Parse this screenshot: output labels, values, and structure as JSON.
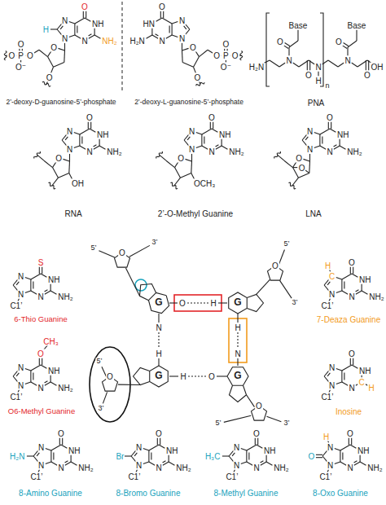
{
  "diagram": {
    "labels": [
      "O",
      "NH",
      "NH₂",
      "N",
      "N",
      "N",
      "H",
      "O",
      "O",
      "P",
      "O",
      "O⁻",
      "O",
      "O",
      "O",
      "HN",
      "H₂N",
      "N",
      "N",
      "N",
      "O",
      "O",
      "P",
      "O",
      "O⁻",
      "O",
      "O",
      "2’-deoxy-D-guanosine-5’-phosphate",
      "2’-deoxy-L-guanosine-5’-phosphate",
      "H₂N",
      "N",
      "O",
      "Base",
      "O",
      "N",
      "H",
      "N",
      "O",
      "Base",
      "O",
      "OH",
      "n",
      "PNA",
      "O",
      "NH",
      "NH₂",
      "N",
      "N",
      "N",
      "O",
      "OH",
      "RNA",
      "O",
      "NH",
      "NH₂",
      "N",
      "N",
      "N",
      "O",
      "OCH₃",
      "2’-O-Methyl Guanine",
      "O",
      "NH",
      "NH₂",
      "N",
      "N",
      "N",
      "O",
      "O",
      "LNA",
      "S",
      "NH",
      "NH₂",
      "N",
      "N",
      "N",
      "C1’",
      "6-Thio Guanine",
      "O",
      "CH₃",
      "NH",
      "NH₂",
      "N",
      "N",
      "N",
      "C1’",
      "O6-Methyl Guanine",
      "O",
      "NH",
      "NH₂",
      "N",
      "C",
      "H",
      "N",
      "C1’",
      "7-Deaza Guanine",
      "O",
      "NH",
      "C",
      "H",
      "N",
      "N",
      "N",
      "C1’",
      "Inosine",
      "G",
      "G",
      "G",
      "G",
      "O",
      "H",
      "H",
      "N",
      "H",
      "O",
      "N",
      "H",
      "O",
      "5’",
      "3’",
      "O",
      "5’",
      "3’",
      "O",
      "5’",
      "3’",
      "O",
      "5’",
      "3’",
      "O",
      "NH",
      "NH₂",
      "N",
      "N",
      "N",
      "H₂N",
      "C1’",
      "8-Amino Guanine",
      "O",
      "NH",
      "NH₂",
      "N",
      "N",
      "N",
      "Br",
      "C1’",
      "8-Bromo Guanine",
      "O",
      "NH",
      "NH₂",
      "N",
      "N",
      "N",
      "H₃C",
      "C1’",
      "8-Methyl Guanine",
      "O",
      "NH",
      "NH₂",
      "N",
      "N",
      "H",
      "N",
      "O",
      "C1’",
      "8-Oxo Guanine"
    ]
  }
}
